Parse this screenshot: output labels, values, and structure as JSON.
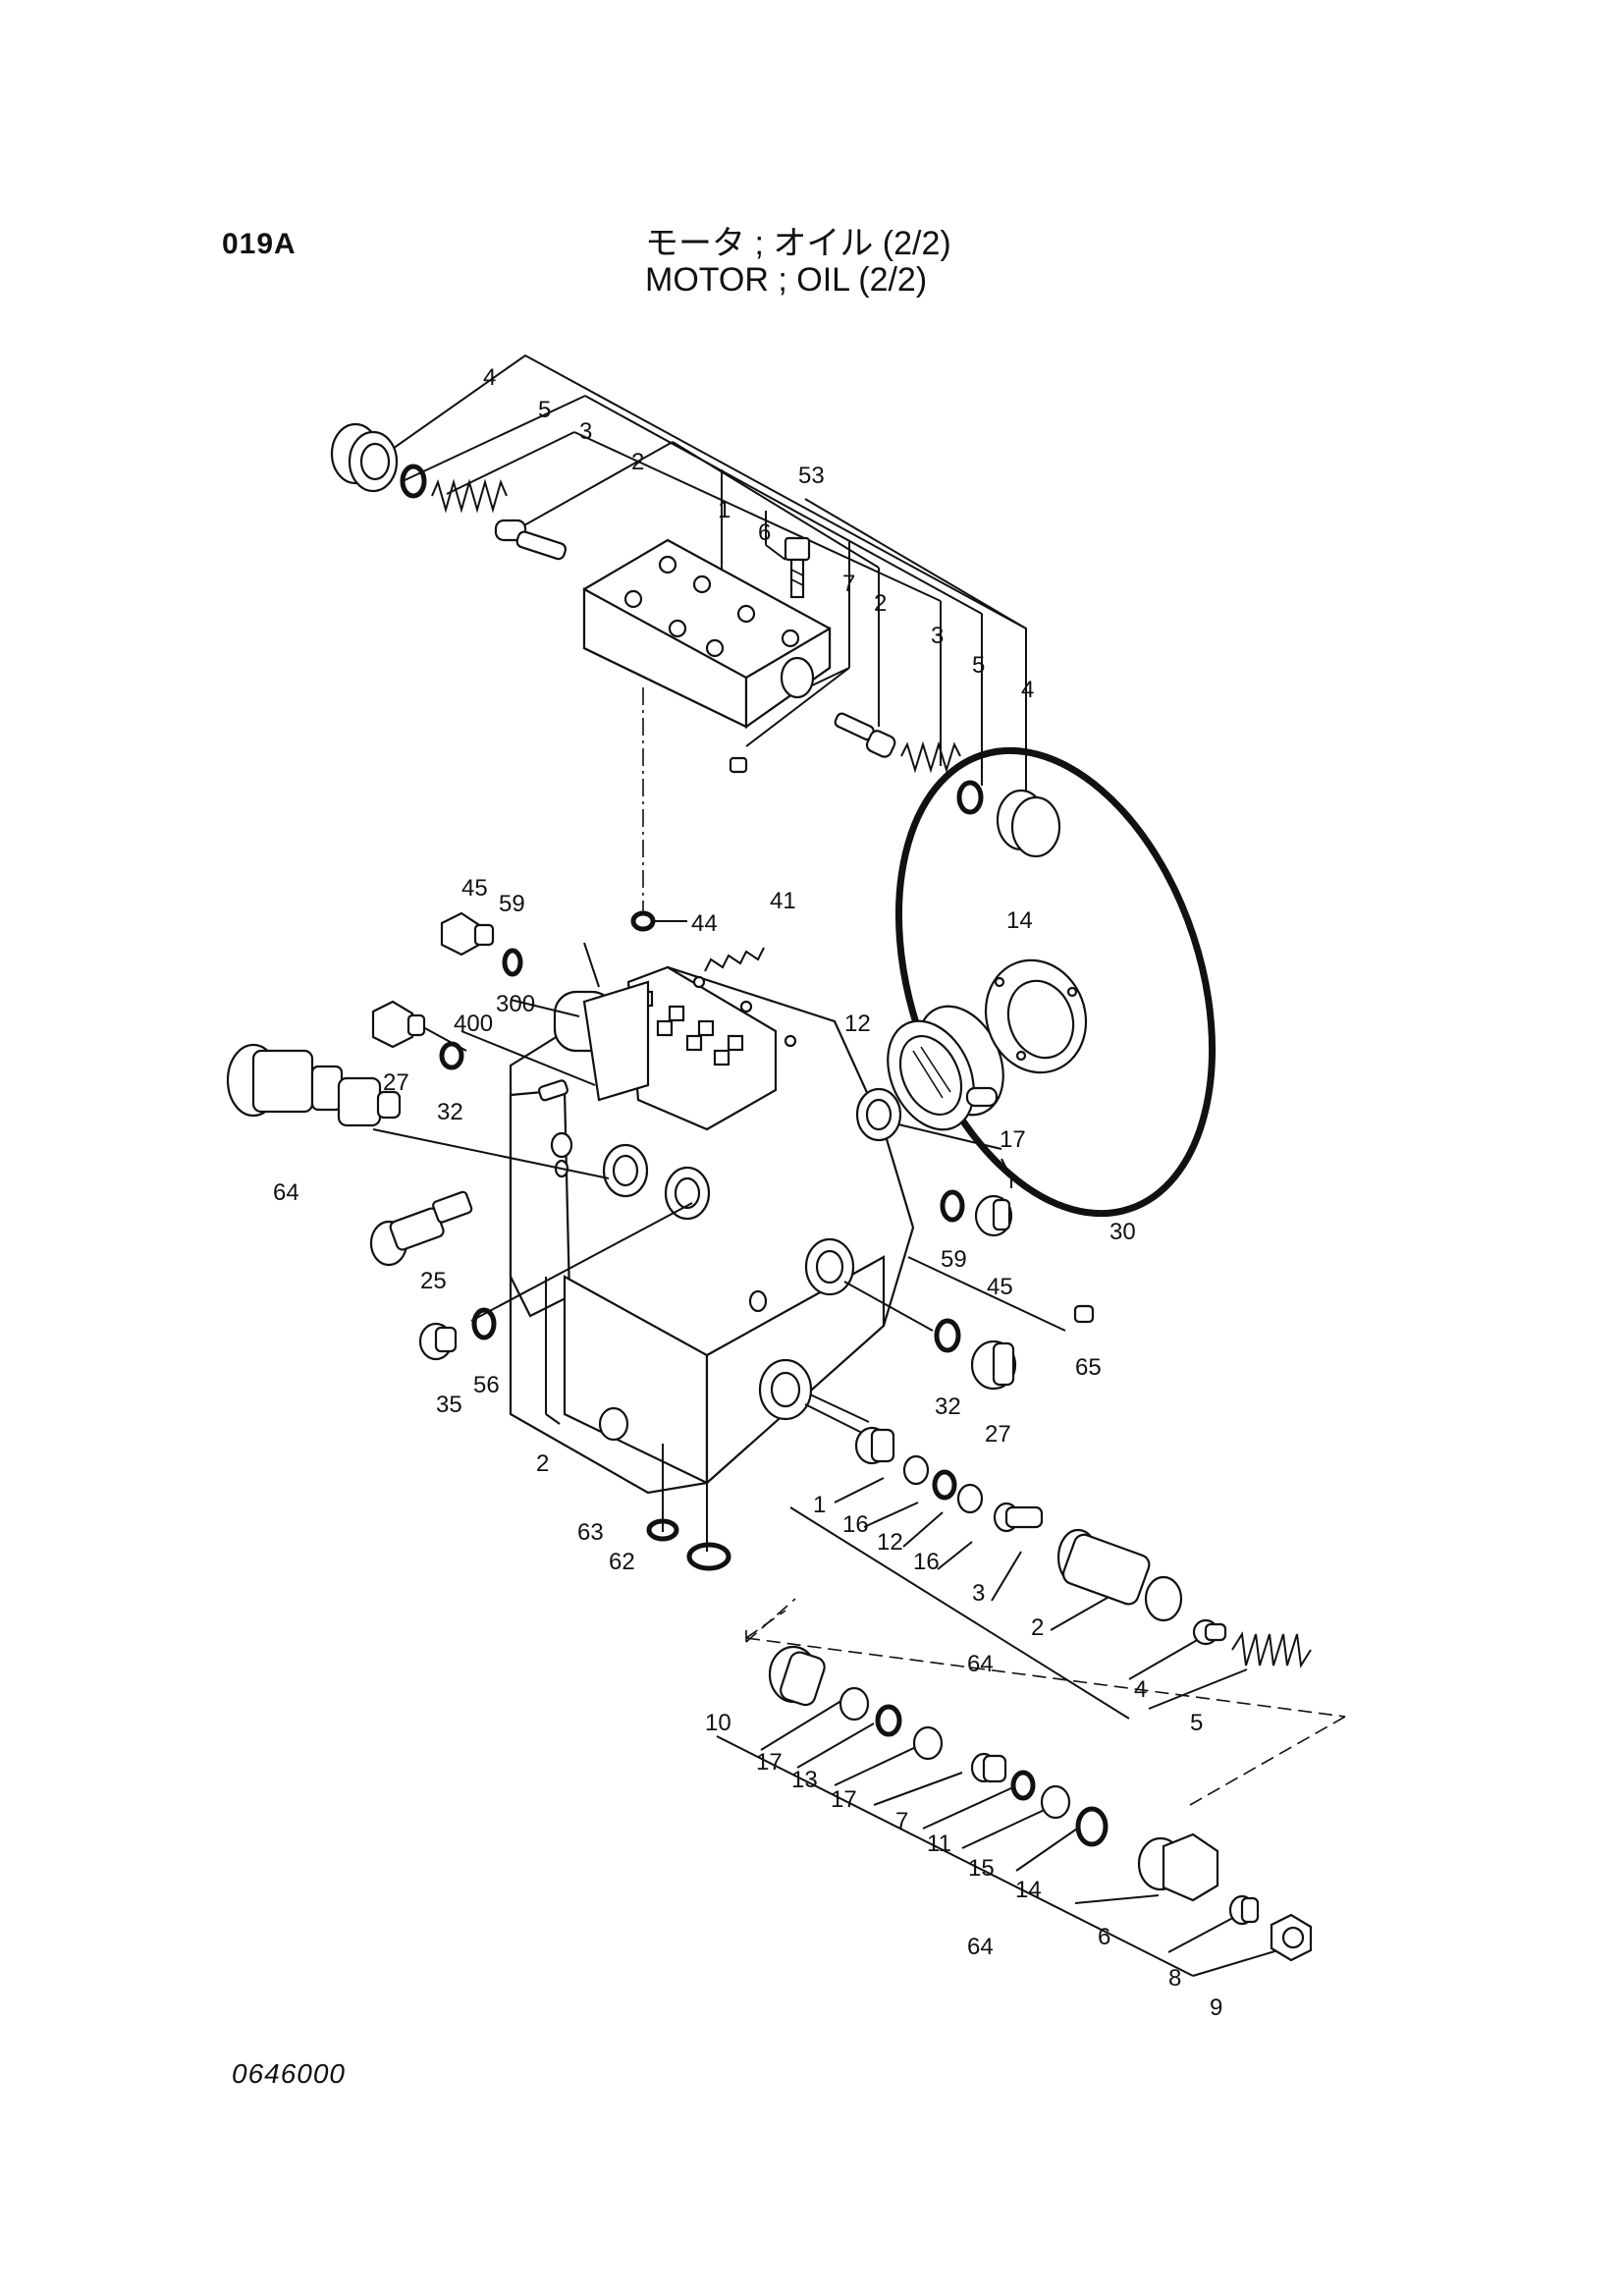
{
  "header": {
    "page_code": "019A",
    "title_jp": "モータ ; オイル (2/2)",
    "title_en": "MOTOR ; OIL (2/2)"
  },
  "footer": {
    "drawing_number": "0646000"
  },
  "callouts": {
    "c4a": "4",
    "c5a": "5",
    "c3a": "3",
    "c2a": "2",
    "c1a": "1",
    "c53": "53",
    "c6a": "6",
    "c7a": "7",
    "c2b": "2",
    "c3b": "3",
    "c5b": "5",
    "c4b": "4",
    "c45a": "45",
    "c59a": "59",
    "c44": "44",
    "c41": "41",
    "c14a": "14",
    "c300": "300",
    "c400": "400",
    "c12a": "12",
    "c27a": "27",
    "c32a": "32",
    "c64a": "64",
    "c17a": "17",
    "c25": "25",
    "c59b": "59",
    "c45b": "45",
    "c30": "30",
    "c65": "65",
    "c35": "35",
    "c56": "56",
    "c32b": "32",
    "c27b": "27",
    "c2c": "2",
    "c63": "63",
    "c62": "62",
    "c1b": "1",
    "c16a": "16",
    "c12b": "12",
    "c16b": "16",
    "c3c": "3",
    "c2d": "2",
    "c64b": "64",
    "c4c": "4",
    "c5c": "5",
    "c10": "10",
    "c17b": "17",
    "c13": "13",
    "c17c": "17",
    "c7b": "7",
    "c11": "11",
    "c15": "15",
    "c14b": "14",
    "c6b": "6",
    "c64c": "64",
    "c8": "8",
    "c9": "9"
  }
}
